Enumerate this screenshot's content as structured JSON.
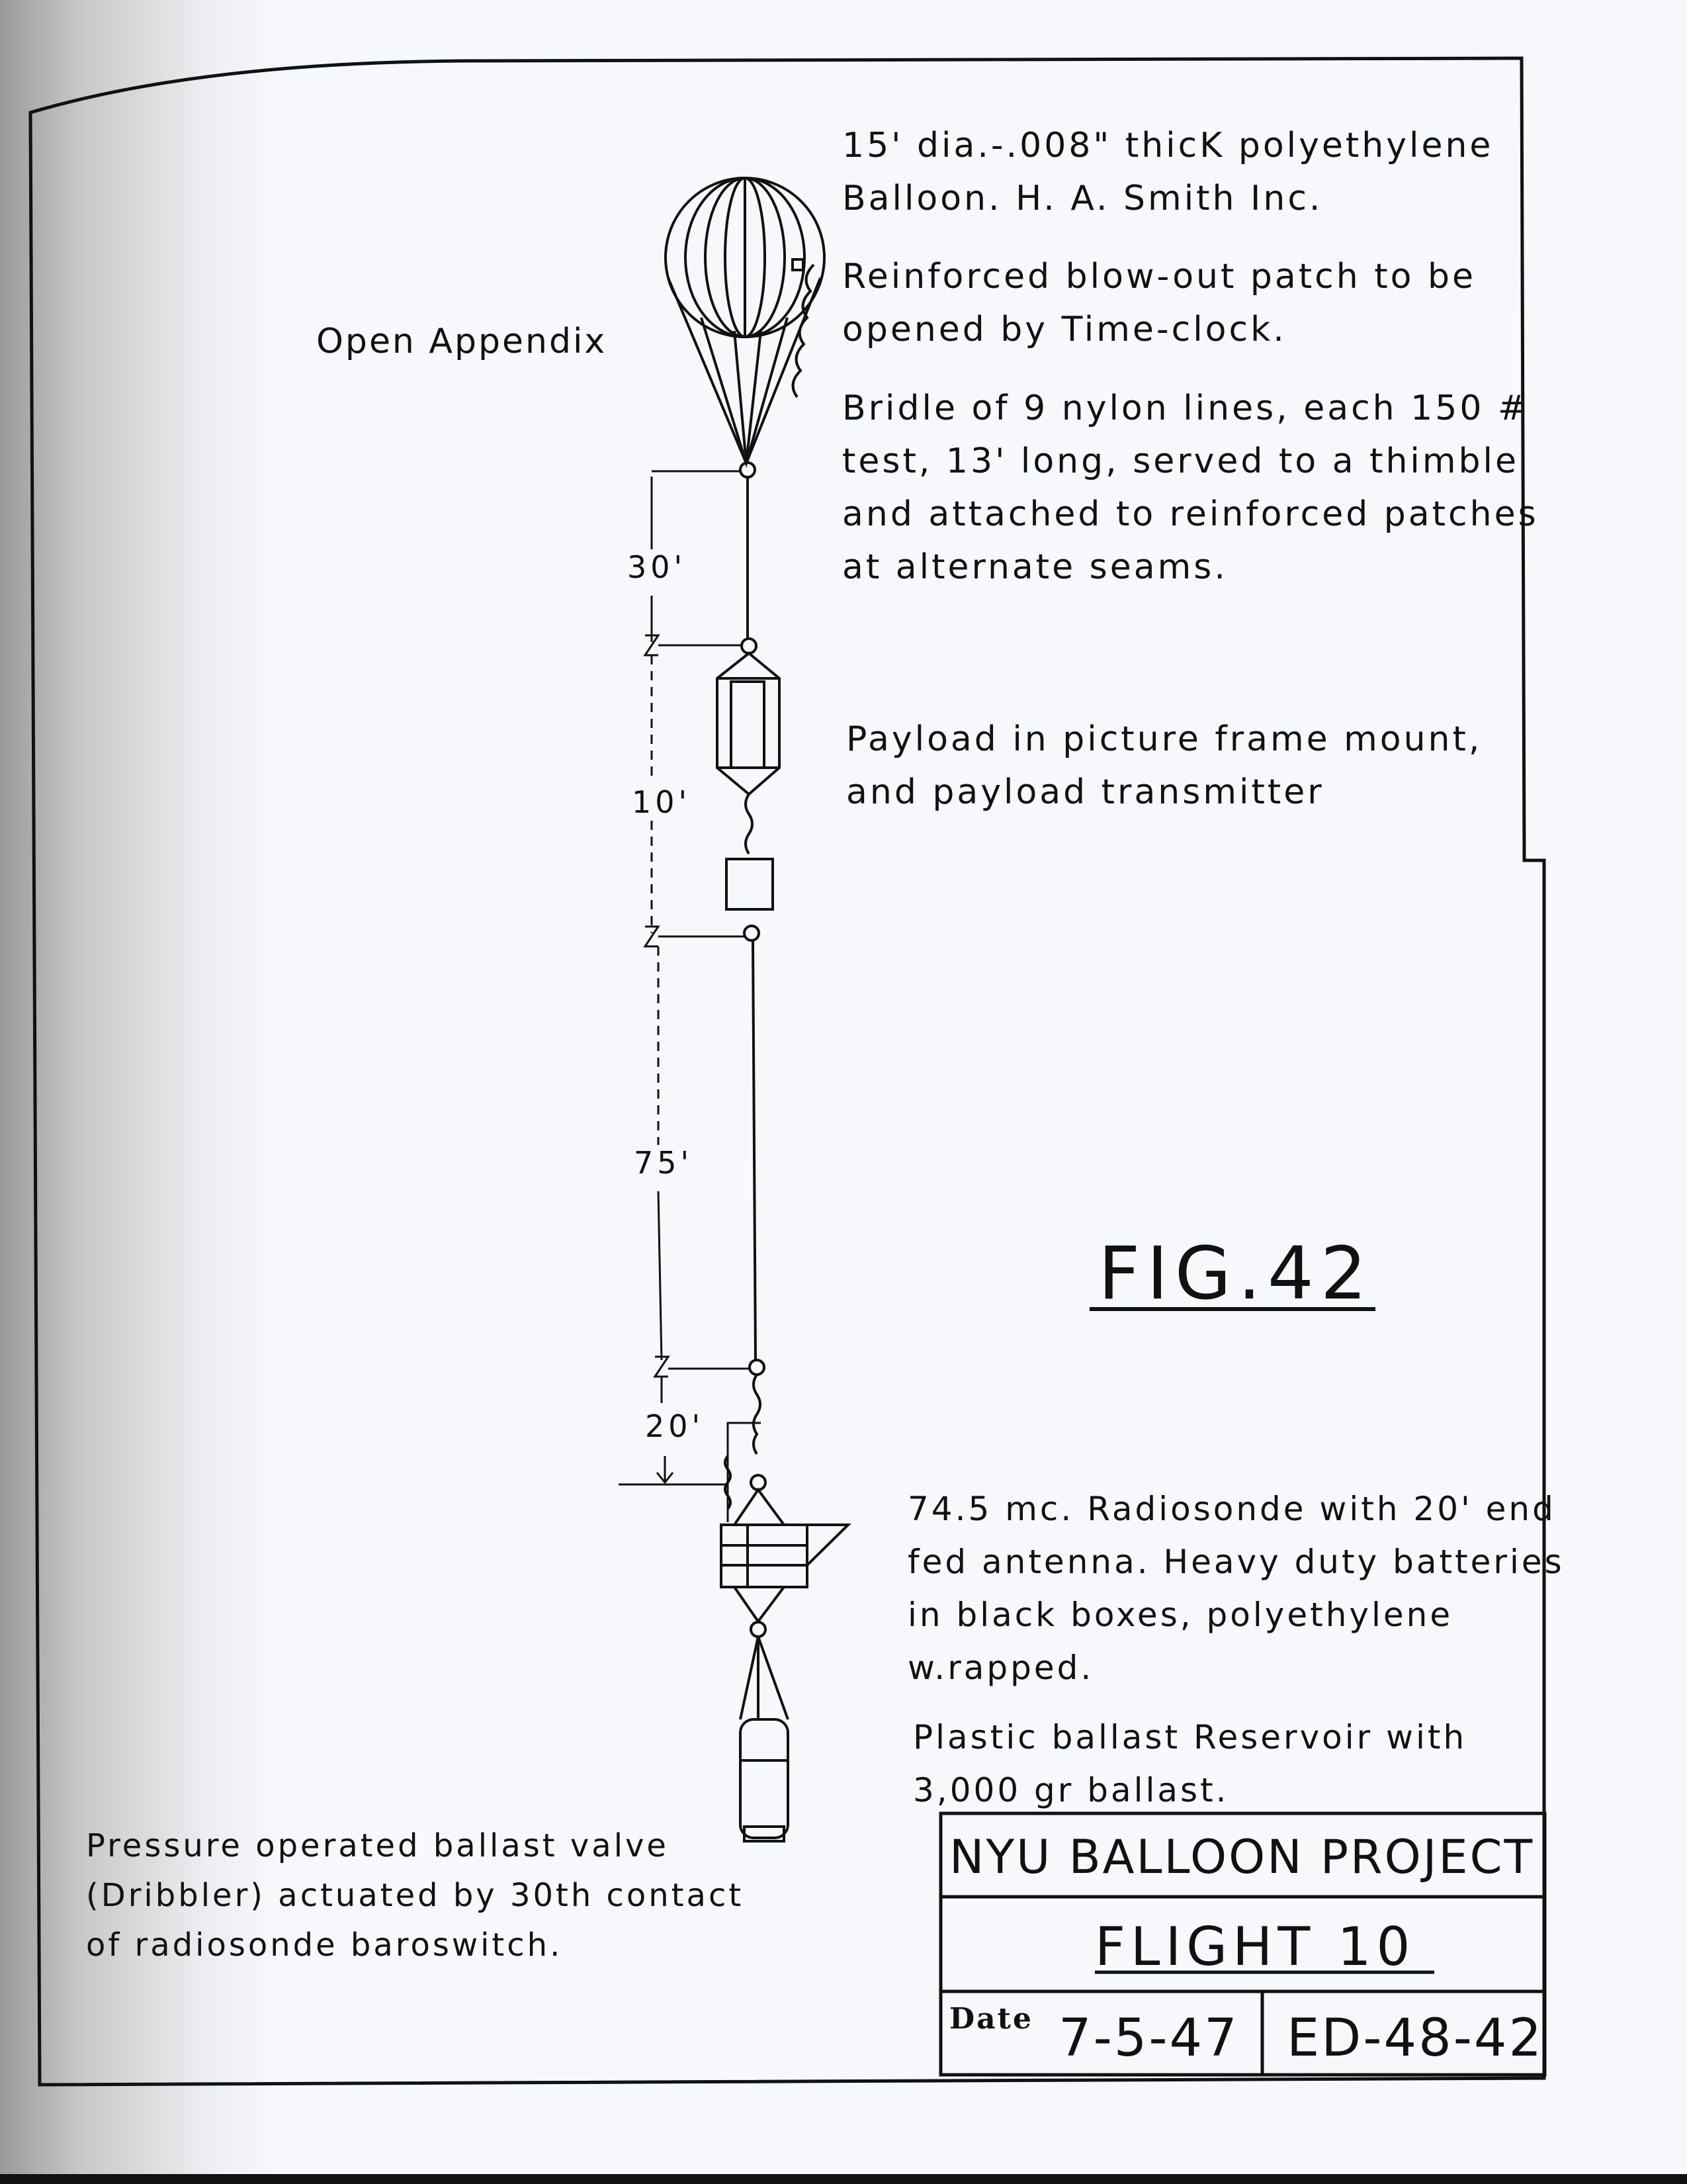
{
  "notes": {
    "balloon": [
      "15' dia.-.008\" thicK polyethylene",
      "Balloon. H. A. Smith Inc."
    ],
    "patch": [
      "Reinforced blow-out patch to be",
      "opened by Time-clock."
    ],
    "bridle": [
      "Bridle of 9 nylon lines, each 150 #",
      "test, 13' long, served to a thimble",
      "and attached to reinforced patches",
      "at alternate seams."
    ],
    "appendix": "Open Appendix",
    "payload": [
      "Payload in picture frame mount,",
      "and payload transmitter"
    ],
    "radiosonde": [
      "74.5 mc. Radiosonde with 20' end",
      "fed antenna. Heavy duty batteries",
      "in black boxes, polyethylene",
      "w.rapped."
    ],
    "reservoir": [
      "Plastic ballast Reservoir with",
      "3,000 gr ballast."
    ],
    "valve": [
      "Pressure operated ballast valve",
      "(Dribbler) actuated by 30th contact",
      "of radiosonde baroswitch."
    ]
  },
  "dimensions": {
    "d1": "30'",
    "d2": "10'",
    "d3": "75'",
    "d4": "20'"
  },
  "figure_label": "FIG.42",
  "title_block": {
    "project": "NYU BALLOON PROJECT",
    "flight": "FLIGHT 10",
    "date_label": "Date",
    "date": "7-5-47",
    "drawing_number": "ED-48-42"
  }
}
